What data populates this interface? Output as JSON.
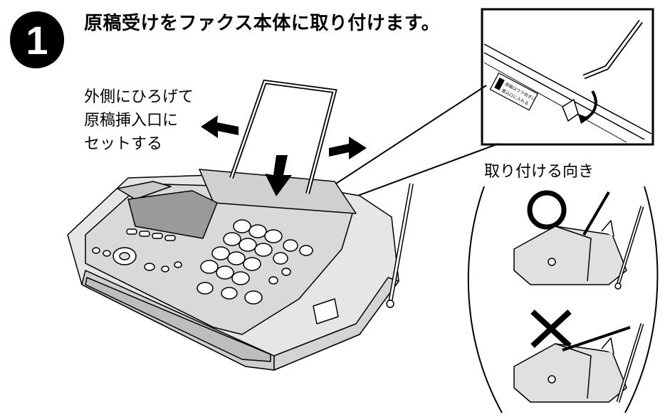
{
  "step": {
    "number": "1"
  },
  "title": "原稿受けをファクス本体に取り付けます。",
  "instruction": {
    "lines": [
      "外側にひろげて",
      "原稿挿入口に",
      "セットする"
    ]
  },
  "direction": {
    "label": "取り付ける向き",
    "correct_symbol": "○",
    "wrong_symbol": "✕"
  },
  "inset": {
    "sticker_text": [
      "原稿はウラ向きに",
      "差込口に入れる"
    ]
  }
}
